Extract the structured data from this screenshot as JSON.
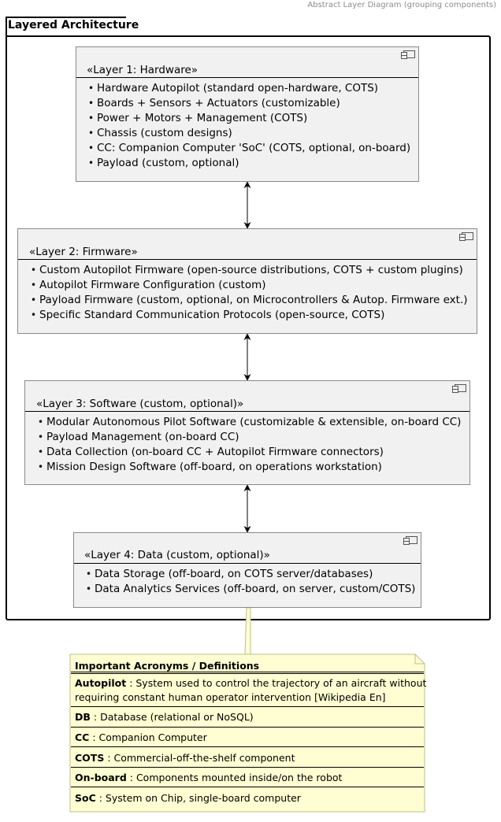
{
  "header_caption": "Abstract Layer Diagram (grouping components)",
  "package": {
    "title": "Layered Architecture"
  },
  "layers": [
    {
      "title": "«Layer 1: Hardware»",
      "items": [
        "Hardware Autopilot (standard open-hardware, COTS)",
        "Boards + Sensors + Actuators (customizable)",
        "Power + Motors + Management (COTS)",
        "Chassis (custom designs)",
        "CC: Companion Computer 'SoC' (COTS, optional, on-board)",
        "Payload (custom, optional)"
      ]
    },
    {
      "title": "«Layer 2: Firmware»",
      "items": [
        "Custom Autopilot Firmware (open-source distributions, COTS + custom plugins)",
        "Autopilot Firmware Configuration (custom)",
        "Payload Firmware (custom, optional, on Microcontrollers & Autop. Firmware ext.)",
        "Specific Standard Communication Protocols (open-source, COTS)"
      ]
    },
    {
      "title": "«Layer 3: Software (custom, optional)»",
      "items": [
        "Modular Autonomous Pilot Software (customizable & extensible, on-board CC)",
        "Payload Management (on-board CC)",
        "Data Collection (on-board CC + Autopilot Firmware connectors)",
        "Mission Design Software (off-board, on operations workstation)"
      ]
    },
    {
      "title": "«Layer 4: Data (custom, optional)»",
      "items": [
        "Data Storage (off-board, on COTS server/databases)",
        "Data Analytics Services (off-board, on server, custom/COTS)"
      ]
    }
  ],
  "note": {
    "title": "Important Acronyms / Definitions",
    "entries": [
      {
        "term": "Autopilot",
        "def": " : System used to control the trajectory of an aircraft without",
        "def2": " requiring constant human operator intervention [Wikipedia En]"
      },
      {
        "term": "DB",
        "def": " : Database (relational or NoSQL)"
      },
      {
        "term": "CC",
        "def": " : Companion Computer"
      },
      {
        "term": "COTS",
        "def": " : Commercial-off-the-shelf component"
      },
      {
        "term": "On-board",
        "def": " : Components mounted inside/on the robot"
      },
      {
        "term": "SoC",
        "def": " : System on Chip, single-board computer"
      }
    ]
  }
}
